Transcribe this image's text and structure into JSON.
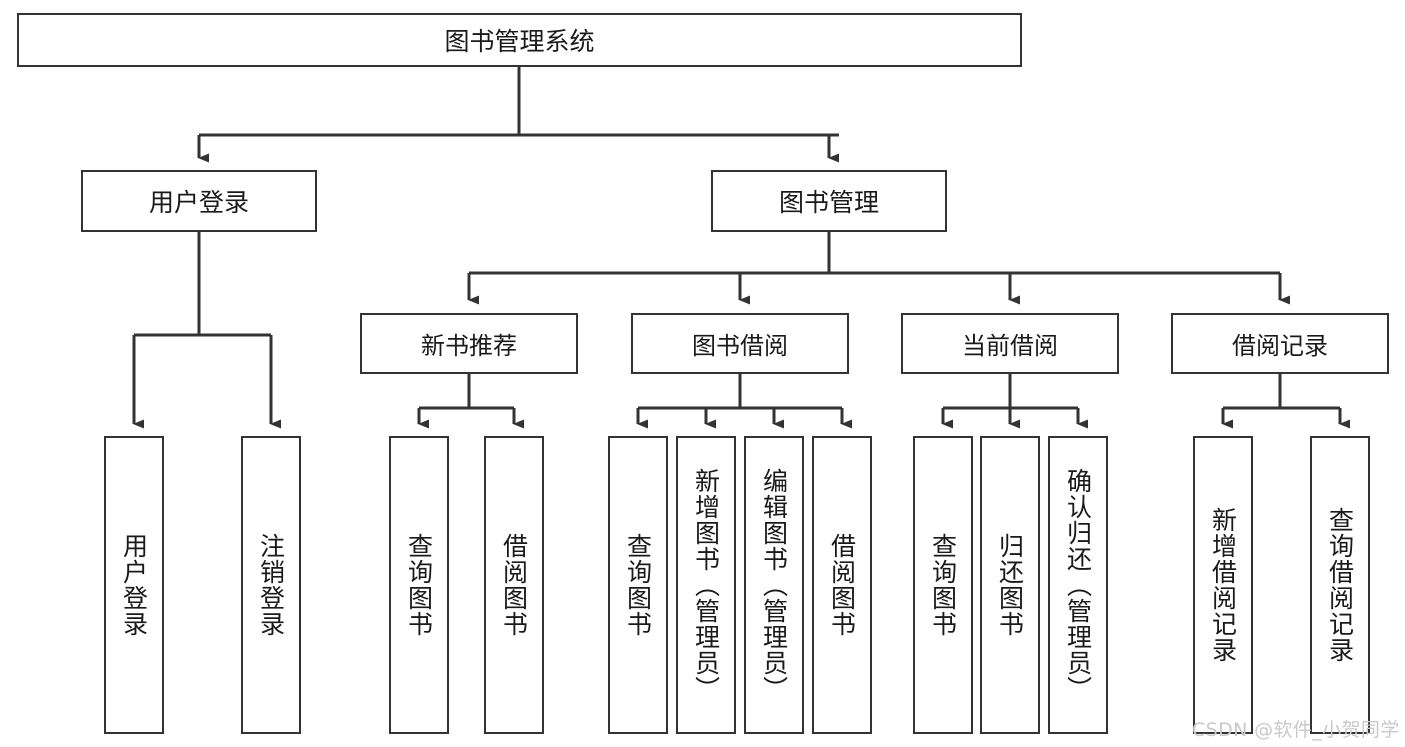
{
  "diagram": {
    "type": "tree",
    "title": "图书管理系统",
    "watermark": "CSDN @软件_小贺同学",
    "colors": {
      "box_border": "#333333",
      "box_fill": "#ffffff",
      "connector": "#333333",
      "text": "#1a1a1a",
      "watermark": "#c9c9c9"
    },
    "root": {
      "label": "图书管理系统"
    },
    "level2": [
      {
        "label": "用户登录"
      },
      {
        "label": "图书管理"
      }
    ],
    "level3": [
      {
        "label": "新书推荐"
      },
      {
        "label": "图书借阅"
      },
      {
        "label": "当前借阅"
      },
      {
        "label": "借阅记录"
      }
    ],
    "leaves": {
      "user_login": [
        {
          "label": "用户登录"
        },
        {
          "label": "注销登录"
        }
      ],
      "new_book": [
        {
          "label": "查询图书"
        },
        {
          "label": "借阅图书"
        }
      ],
      "book_borrow": [
        {
          "label": "查询图书"
        },
        {
          "label": "新增图书（管理员）"
        },
        {
          "label": "编辑图书（管理员）"
        },
        {
          "label": "借阅图书"
        }
      ],
      "current_borrow": [
        {
          "label": "查询图书"
        },
        {
          "label": "归还图书"
        },
        {
          "label": "确认归还（管理员）"
        }
      ],
      "borrow_record": [
        {
          "label": "新增借阅记录"
        },
        {
          "label": "查询借阅记录"
        }
      ]
    }
  }
}
